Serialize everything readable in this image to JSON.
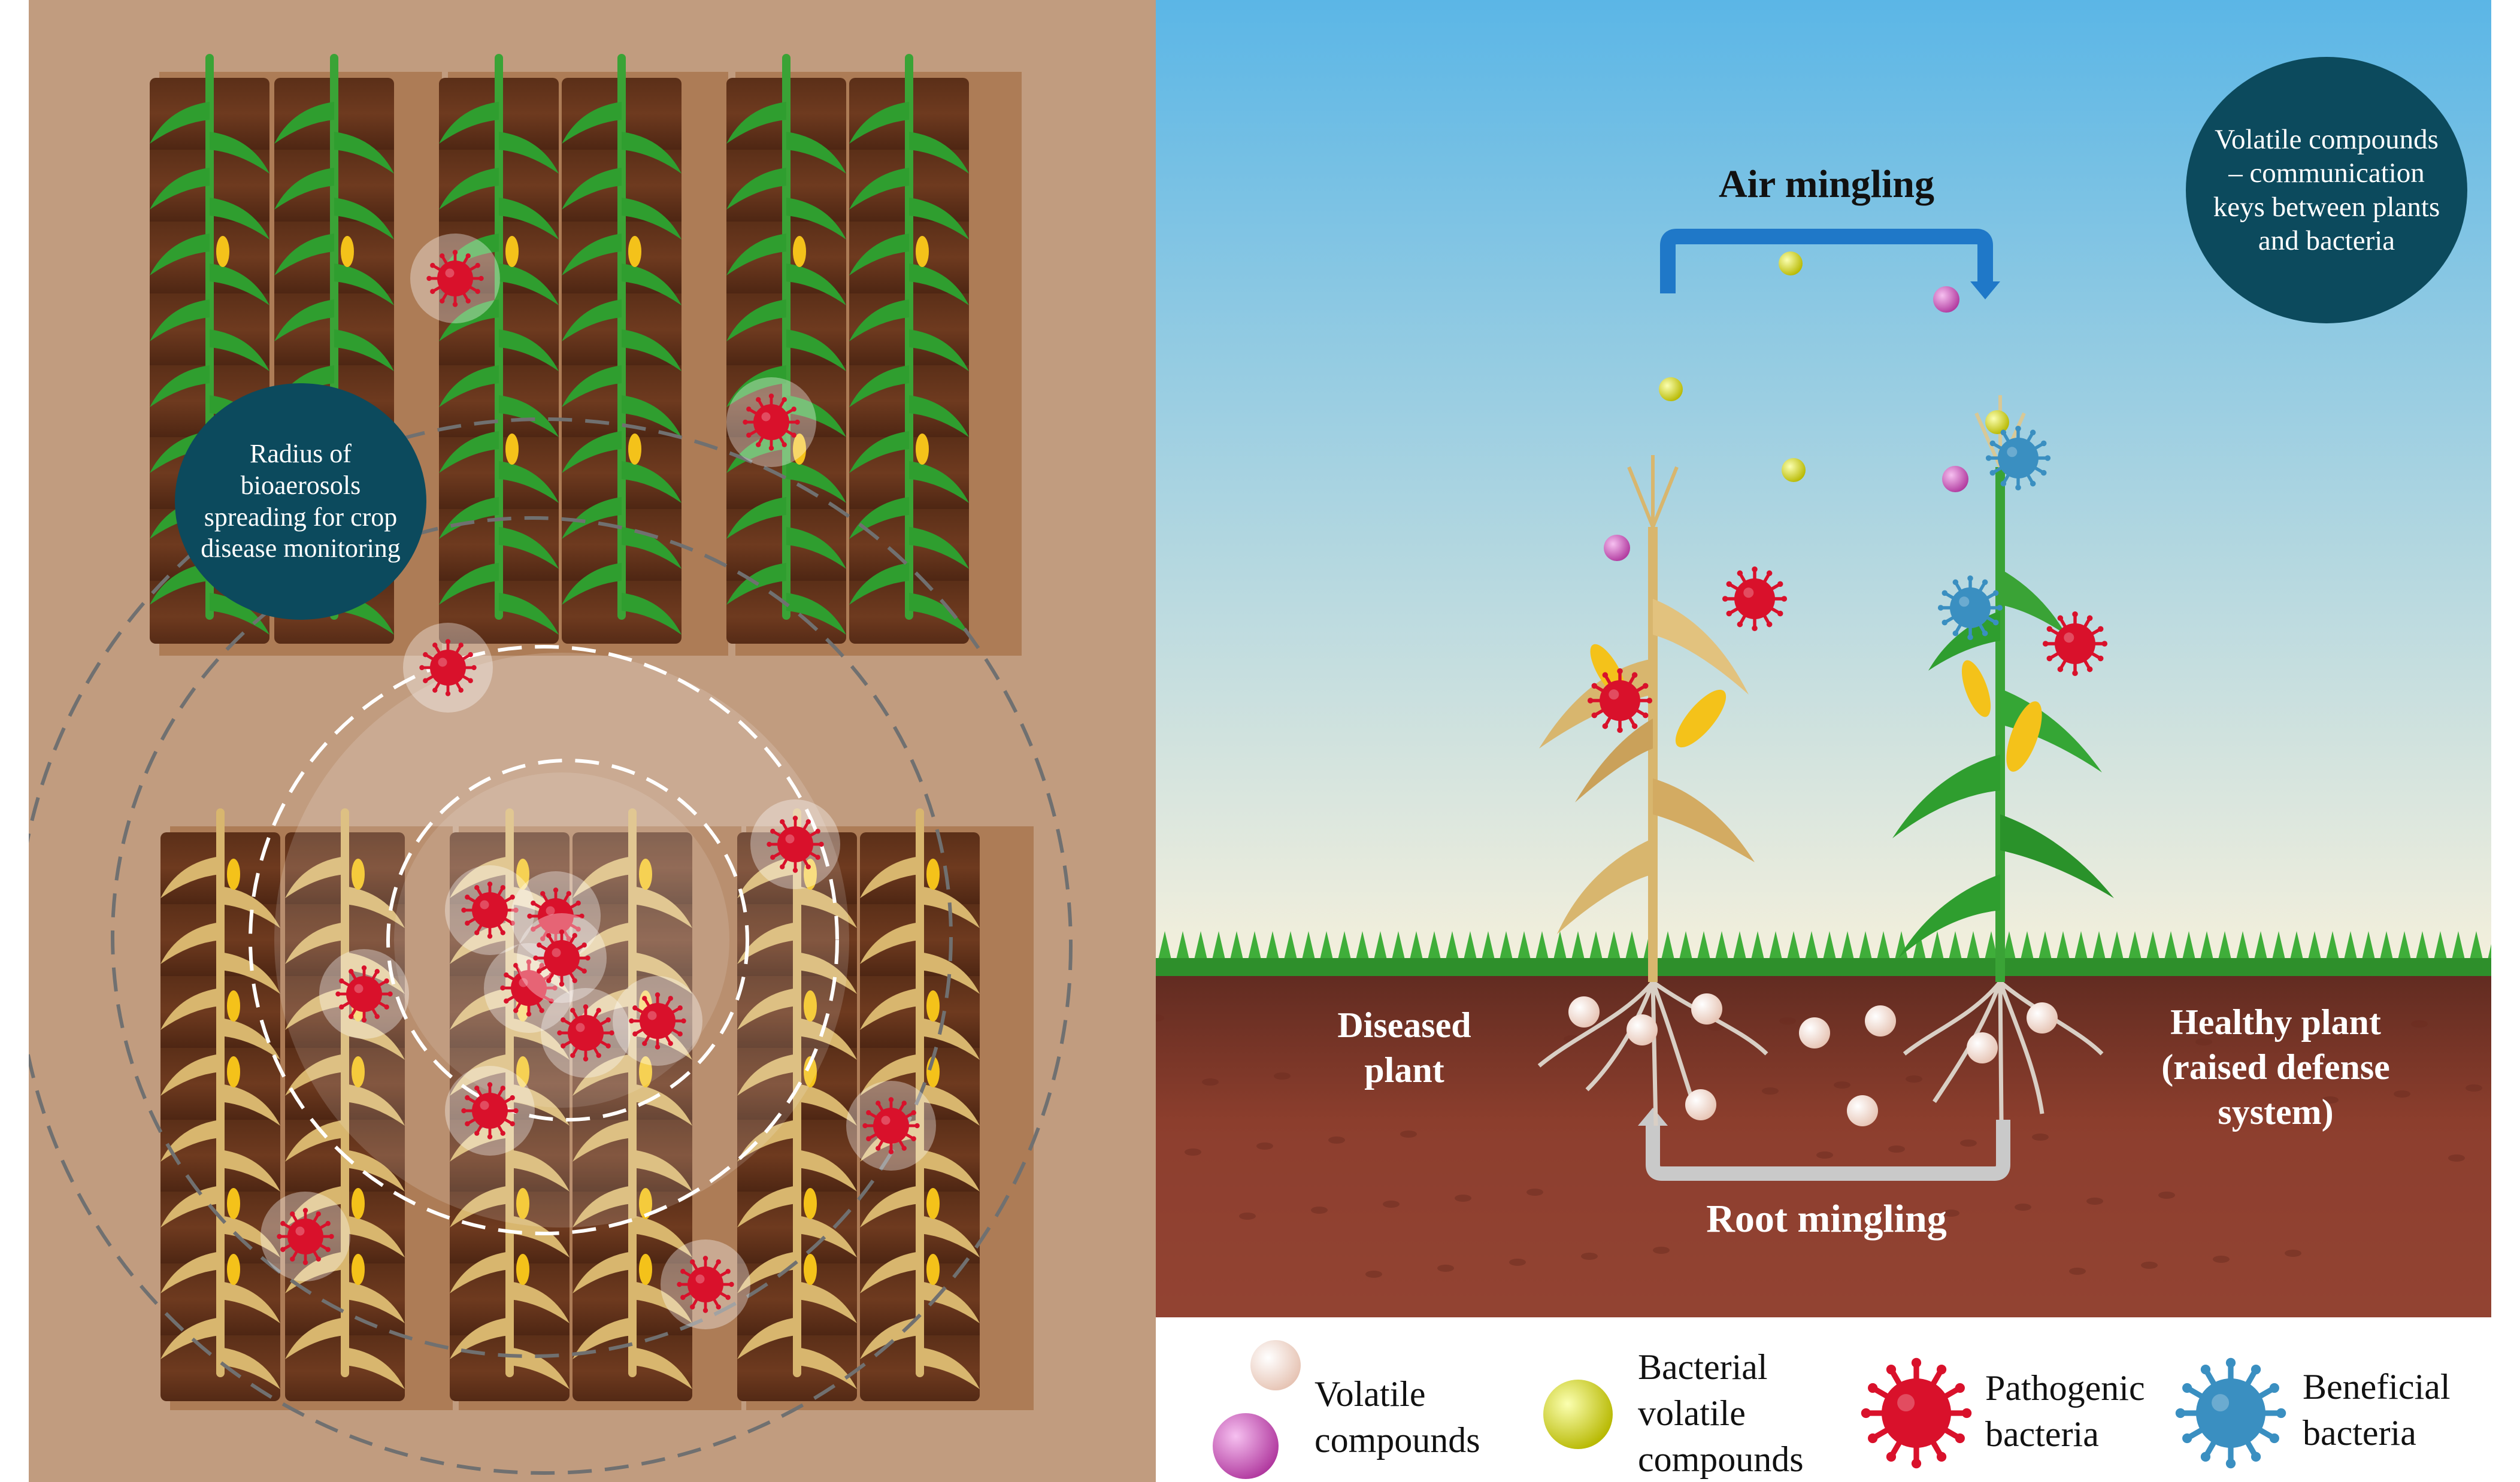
{
  "left_panel": {
    "callout": "Radius of bioaerosols spreading for crop disease monitoring"
  },
  "right_panel": {
    "air_mingling": "Air mingling",
    "root_mingling": "Root mingling",
    "callout": "Volatile compounds – communication keys between plants and bacteria",
    "diseased_plant": "Diseased plant",
    "healthy_plant": "Healthy plant (raised defense system)"
  },
  "legend": {
    "volatile": "Volatile compounds",
    "bacterial_volatile": "Bacterial volatile compounds",
    "pathogenic": "Pathogenic bacteria",
    "beneficial": "Beneficial bacteria"
  },
  "colors": {
    "pathogen": "#d9112b",
    "beneficial": "#3a8fc1",
    "callout": "#0c4a5d",
    "healthy_leaf": "#2f9e2f",
    "dry_leaf": "#d8b66e",
    "arrow_air": "#1f78c8",
    "arrow_root": "#c9c9c9"
  },
  "icons": {
    "pathogen": "spiky-virus-icon",
    "beneficial": "spiky-microbe-icon",
    "volatile": "sphere-icon"
  }
}
